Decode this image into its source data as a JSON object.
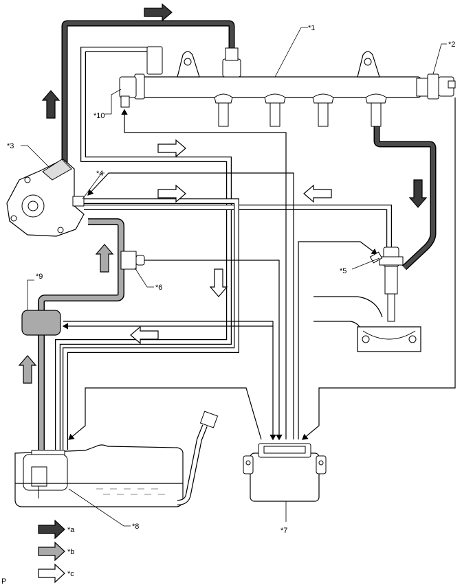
{
  "labels": {
    "l1": "*1",
    "l2": "*2",
    "l3": "*3",
    "l4": "*4",
    "l5": "*5",
    "l6": "*6",
    "l7": "*7",
    "l8": "*8",
    "l9": "*9",
    "l10": "*10"
  },
  "legend": {
    "a": "*a",
    "b": "*b",
    "c": "*c"
  },
  "corner_mark": "P",
  "colors": {
    "high_pressure": "#3a3a3a",
    "low_pressure": "#9a9a9a",
    "signal": "#ffffff"
  }
}
